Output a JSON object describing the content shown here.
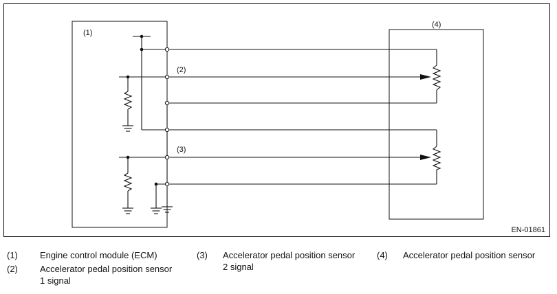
{
  "diagram": {
    "labels": {
      "ecm": "(1)",
      "signal1": "(2)",
      "signal2": "(3)",
      "sensor": "(4)"
    },
    "figure_code": "EN-01861"
  },
  "legend": {
    "item1": {
      "num": "(1)",
      "text": "Engine control module (ECM)"
    },
    "item2": {
      "num": "(2)",
      "text_line1": "Accelerator pedal position sensor",
      "text_line2": "1 signal"
    },
    "item3": {
      "num": "(3)",
      "text_line1": "Accelerator pedal position sensor",
      "text_line2": "2 signal"
    },
    "item4": {
      "num": "(4)",
      "text": "Accelerator pedal position sensor"
    }
  }
}
